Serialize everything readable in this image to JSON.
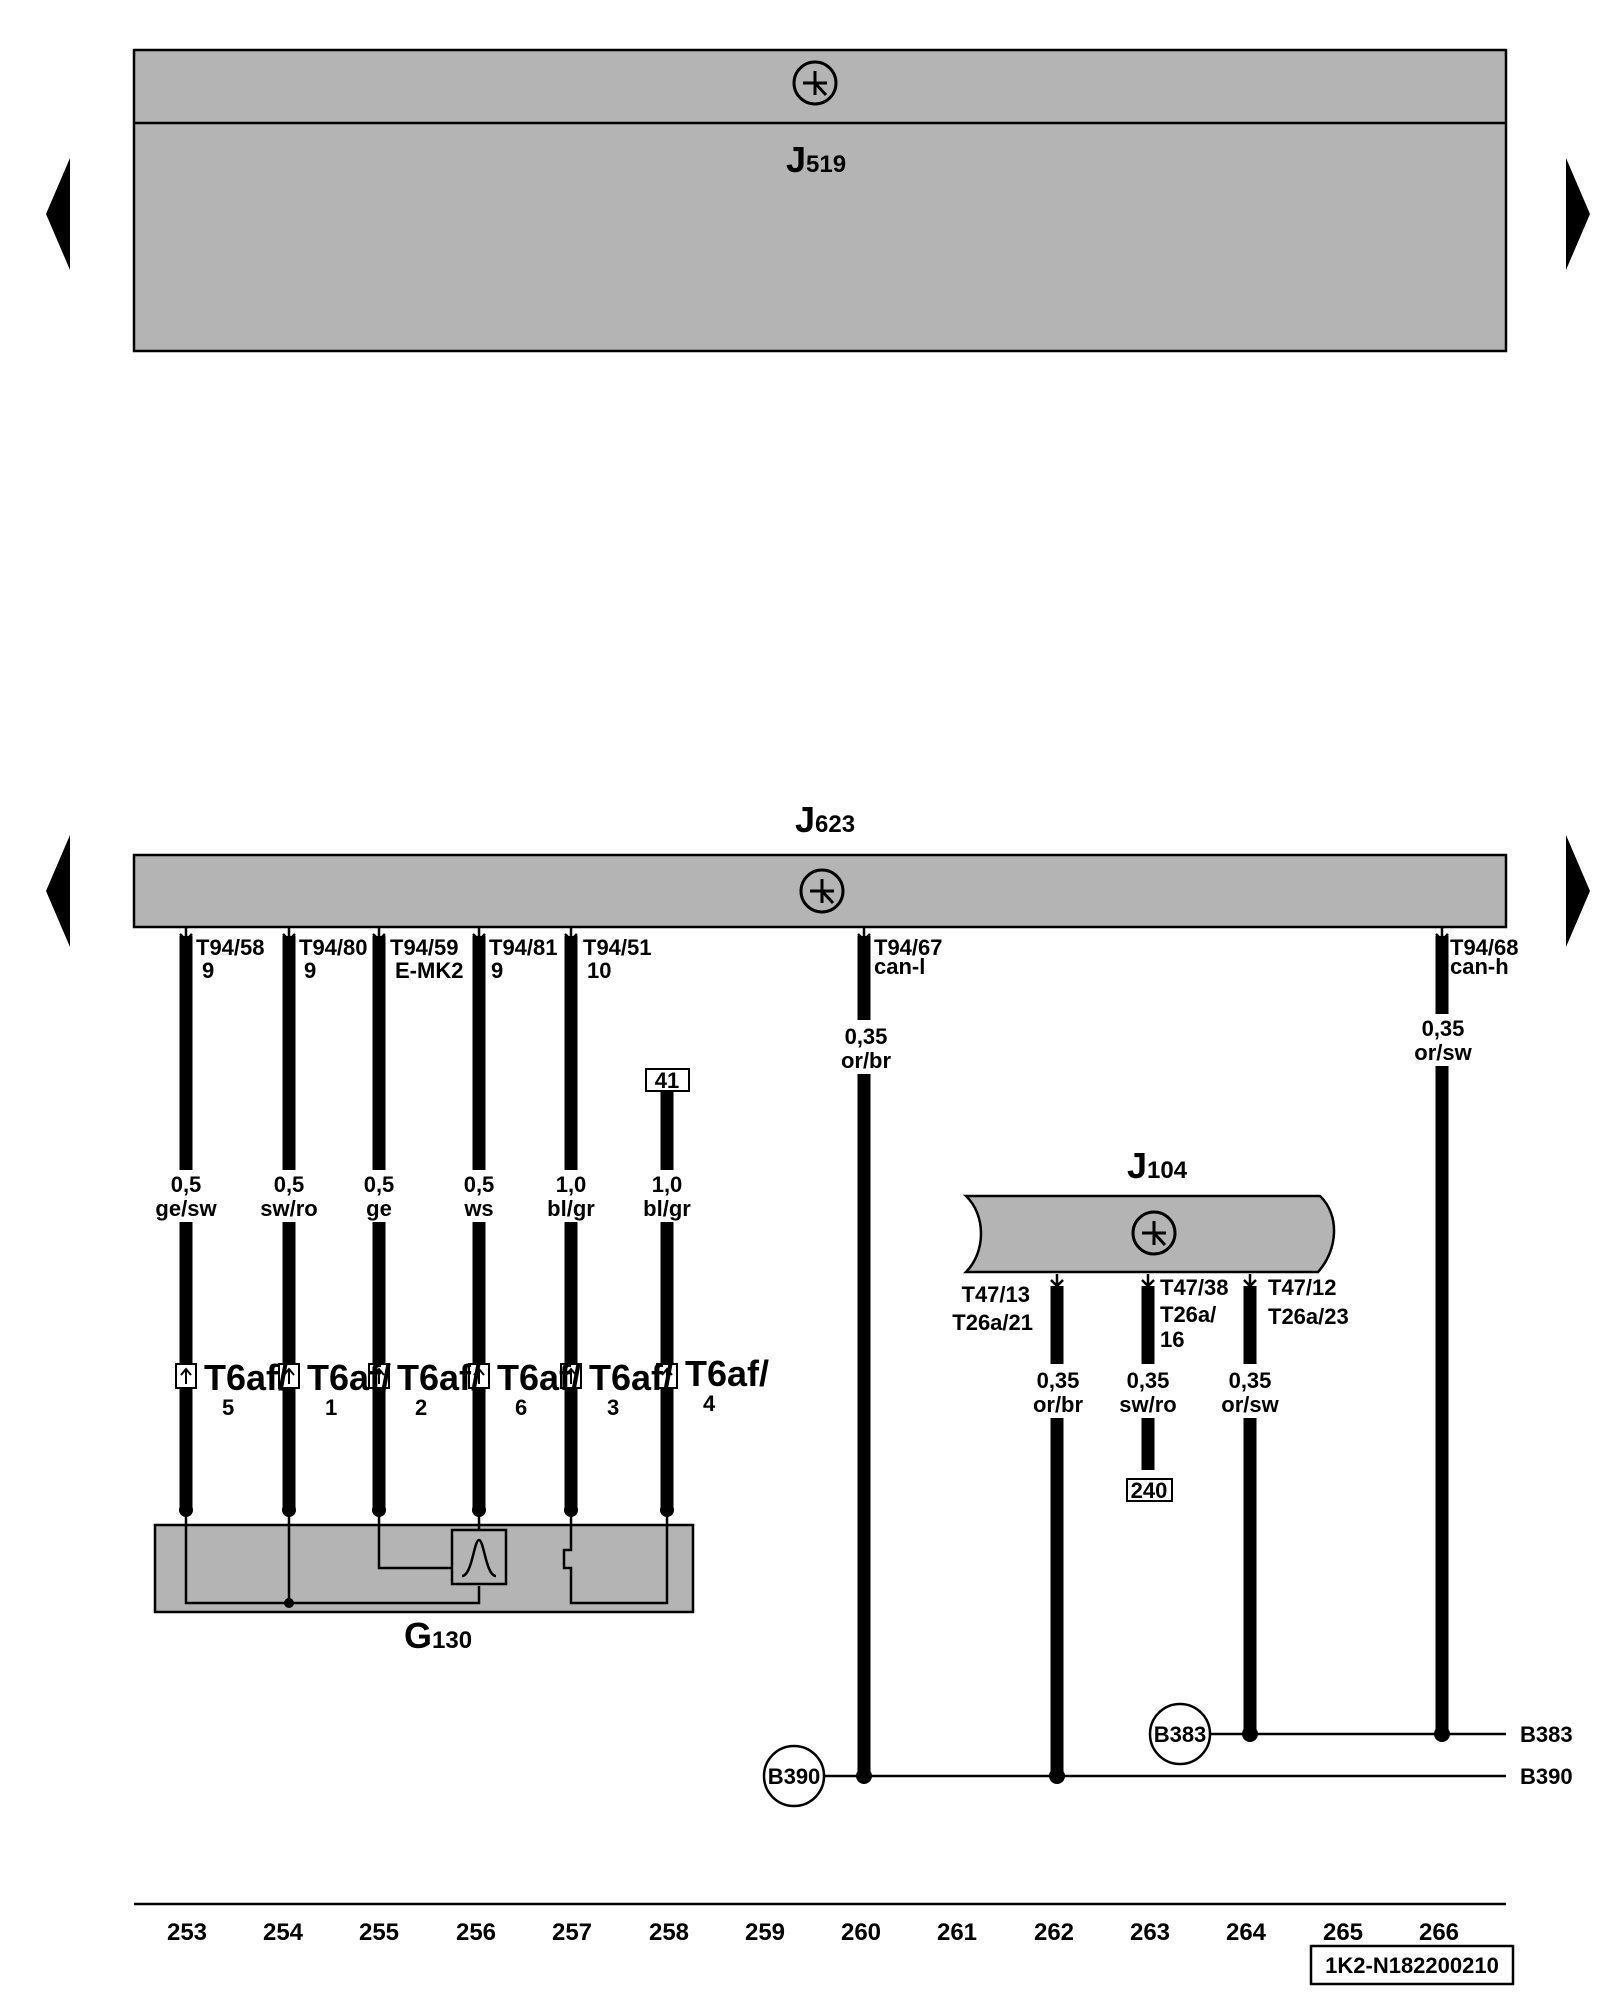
{
  "components": {
    "j519": {
      "letter": "J",
      "sub": "519"
    },
    "j623": {
      "letter": "J",
      "sub": "623"
    },
    "j104": {
      "letter": "J",
      "sub": "104"
    },
    "g130": {
      "letter": "G",
      "sub": "130"
    }
  },
  "j623_pins": [
    {
      "pin": "T94/58",
      "sig": "9"
    },
    {
      "pin": "T94/80",
      "sig": "9"
    },
    {
      "pin": "T94/59",
      "sig": "E-MK2"
    },
    {
      "pin": "T94/81",
      "sig": "9"
    },
    {
      "pin": "T94/51",
      "sig": "10"
    },
    {
      "pin": "T94/67",
      "sig": "can-l"
    },
    {
      "pin": "T94/68",
      "sig": "can-h"
    }
  ],
  "wires": [
    {
      "size": "0,5",
      "color": "ge/sw"
    },
    {
      "size": "0,5",
      "color": "sw/ro"
    },
    {
      "size": "0,5",
      "color": "ge"
    },
    {
      "size": "0,5",
      "color": "ws"
    },
    {
      "size": "1,0",
      "color": "bl/gr"
    },
    {
      "size": "1,0",
      "color": "bl/gr"
    },
    {
      "size": "0,35",
      "color": "or/br"
    },
    {
      "size": "0,35",
      "color": "or/sw"
    },
    {
      "size": "0,35",
      "color": "or/br"
    },
    {
      "size": "0,35",
      "color": "sw/ro"
    },
    {
      "size": "0,35",
      "color": "or/sw"
    }
  ],
  "connectors": [
    {
      "name": "T6af/",
      "pin": "5"
    },
    {
      "name": "T6af/",
      "pin": "1"
    },
    {
      "name": "T6af/",
      "pin": "2"
    },
    {
      "name": "T6af/",
      "pin": "6"
    },
    {
      "name": "T6af/",
      "pin": "3"
    },
    {
      "name": "T6af/",
      "pin": "4"
    }
  ],
  "j104_pins": [
    {
      "a": "T47/13",
      "b": "T26a/21"
    },
    {
      "a": "T47/38",
      "b": "T26a/",
      "c": "16"
    },
    {
      "a": "T47/12",
      "b": "T26a/23"
    }
  ],
  "refs": {
    "ref41": "41",
    "ref240": "240"
  },
  "buses": {
    "b383": "B383",
    "b390": "B390",
    "b383_right": "B383",
    "b390_right": "B390"
  },
  "columns": [
    "253",
    "254",
    "255",
    "256",
    "257",
    "258",
    "259",
    "260",
    "261",
    "262",
    "263",
    "264",
    "265",
    "266"
  ],
  "doc_code": "1K2-N182200210"
}
